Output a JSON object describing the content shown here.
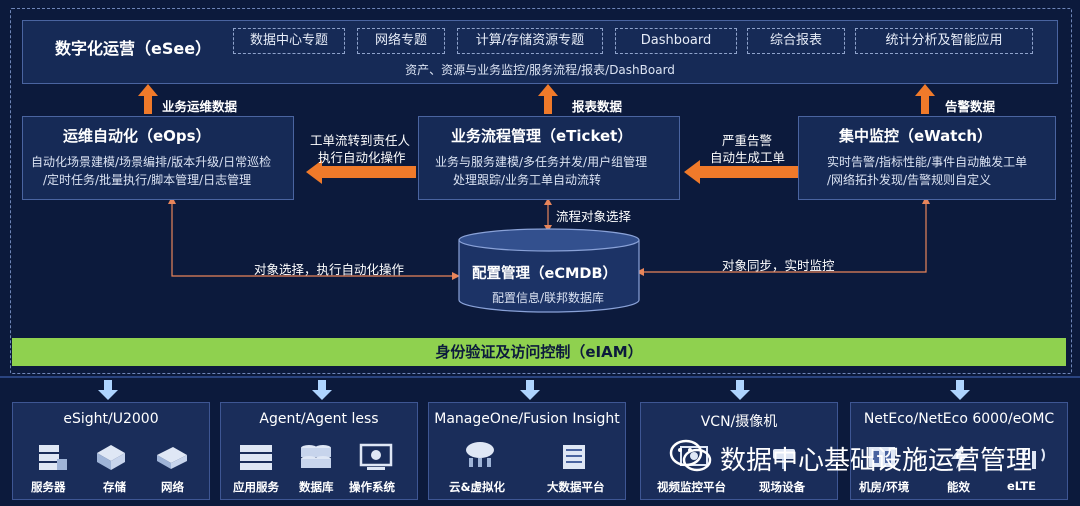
{
  "top": {
    "title": "数字化运营（eSee）",
    "tags": [
      "数据中心专题",
      "网络专题",
      "计算/存储资源专题",
      "Dashboard",
      "综合报表",
      "统计分析及智能应用"
    ],
    "subtitle": "资产、资源与业务监控/服务流程/报表/DashBoard"
  },
  "up_labels": [
    "业务运维数据",
    "报表数据",
    "告警数据"
  ],
  "eops": {
    "title": "运维自动化（eOps）",
    "lines": [
      "自动化场景建模/场景编排/版本升级/日常巡检",
      "/定时任务/批量执行/脚本管理/日志管理"
    ]
  },
  "eticket": {
    "title": "业务流程管理（eTicket）",
    "lines": [
      "业务与服务建模/多任务并发/用户组管理",
      "处理跟踪/业务工单自动流转"
    ]
  },
  "ewatch": {
    "title": "集中监控（eWatch）",
    "lines": [
      "实时告警/指标性能/事件自动触发工单",
      "/网络拓扑发现/告警规则自定义"
    ]
  },
  "arrow_left_label": [
    "工单流转到责任人",
    "执行自动化操作"
  ],
  "arrow_right_label": [
    "严重告警",
    "自动生成工单"
  ],
  "flow_label": "流程对象选择",
  "cmdb": {
    "title": "配置管理（eCMDB）",
    "subtitle": "配置信息/联邦数据库"
  },
  "left_conn_label": "对象选择，执行自动化操作",
  "right_conn_label": "对象同步，实时监控",
  "iam": "身份验证及访问控制（eIAM）",
  "bottom": [
    {
      "title": "eSight/U2000",
      "items": [
        {
          "icon": "server-icon",
          "label": "服务器"
        },
        {
          "icon": "storage-icon",
          "label": "存储"
        },
        {
          "icon": "network-icon",
          "label": "网络"
        }
      ]
    },
    {
      "title": "Agent/Agent less",
      "items": [
        {
          "icon": "app-service-icon",
          "label": "应用服务"
        },
        {
          "icon": "database-icon",
          "label": "数据库"
        },
        {
          "icon": "os-icon",
          "label": "操作系统"
        }
      ]
    },
    {
      "title": "ManageOne/Fusion Insight",
      "items": [
        {
          "icon": "cloud-icon",
          "label": "云&虚拟化"
        },
        {
          "icon": "bigdata-icon",
          "label": "大数据平台"
        }
      ]
    },
    {
      "title": "VCN/摄像机",
      "items": [
        {
          "icon": "video-icon",
          "label": "视频监控平台"
        },
        {
          "icon": "field-device-icon",
          "label": "现场设备"
        }
      ]
    },
    {
      "title": "NetEco/NetEco 6000/eOMC",
      "items": [
        {
          "icon": "room-icon",
          "label": "机房/环境"
        },
        {
          "icon": "energy-icon",
          "label": "能效"
        },
        {
          "icon": "elte-icon",
          "label": "eLTE"
        }
      ]
    }
  ],
  "watermark": "数据中心基础设施运营管理",
  "colors": {
    "background": "#0c1a3c",
    "arrow": "#f07a2a",
    "iam_bar": "#8fd14f",
    "connector": "#e8855a"
  }
}
